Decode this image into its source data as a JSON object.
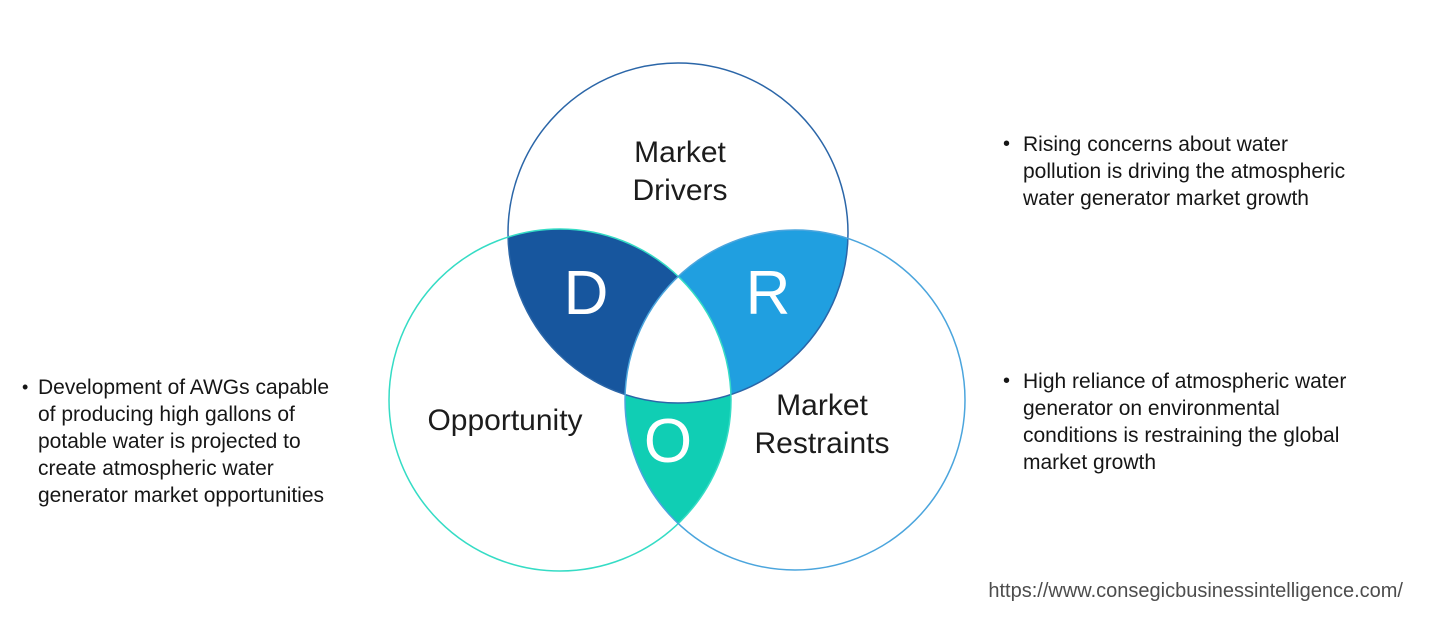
{
  "venn": {
    "circles": [
      {
        "id": "drivers",
        "label_lines": [
          "Market",
          "Drivers"
        ],
        "outline_color": "#2B66A8"
      },
      {
        "id": "opportunity",
        "label_lines": [
          "Opportunity"
        ],
        "outline_color": "#35DCC5"
      },
      {
        "id": "restraints",
        "label_lines": [
          "Market",
          "Restraints"
        ],
        "outline_color": "#4BA5DD"
      }
    ],
    "intersections": [
      {
        "id": "drivers-opportunity",
        "letter": "D",
        "color": "#17569E",
        "letter_color": "#FFFFFF"
      },
      {
        "id": "drivers-restraints",
        "letter": "R",
        "color": "#209FE0",
        "letter_color": "#FFFFFF"
      },
      {
        "id": "opportunity-restraints",
        "letter": "O",
        "color": "#10CEB4",
        "letter_color": "#FFFFFF"
      }
    ]
  },
  "notes": {
    "left": {
      "bullet": "•",
      "lines": [
        "Development of AWGs capable",
        "of producing high gallons of",
        "potable water is projected to",
        "create atmospheric water",
        "generator market opportunities"
      ]
    },
    "right_top": {
      "bullet": "•",
      "lines": [
        "Rising concerns about water",
        "pollution is driving the atmospheric",
        "water generator market growth"
      ]
    },
    "right_bottom": {
      "bullet": "•",
      "lines": [
        "High reliance of atmospheric water",
        "generator on environmental",
        "conditions is restraining the global",
        "market growth"
      ]
    }
  },
  "footer": {
    "url": "https://www.consegicbusinessintelligence.com/"
  }
}
